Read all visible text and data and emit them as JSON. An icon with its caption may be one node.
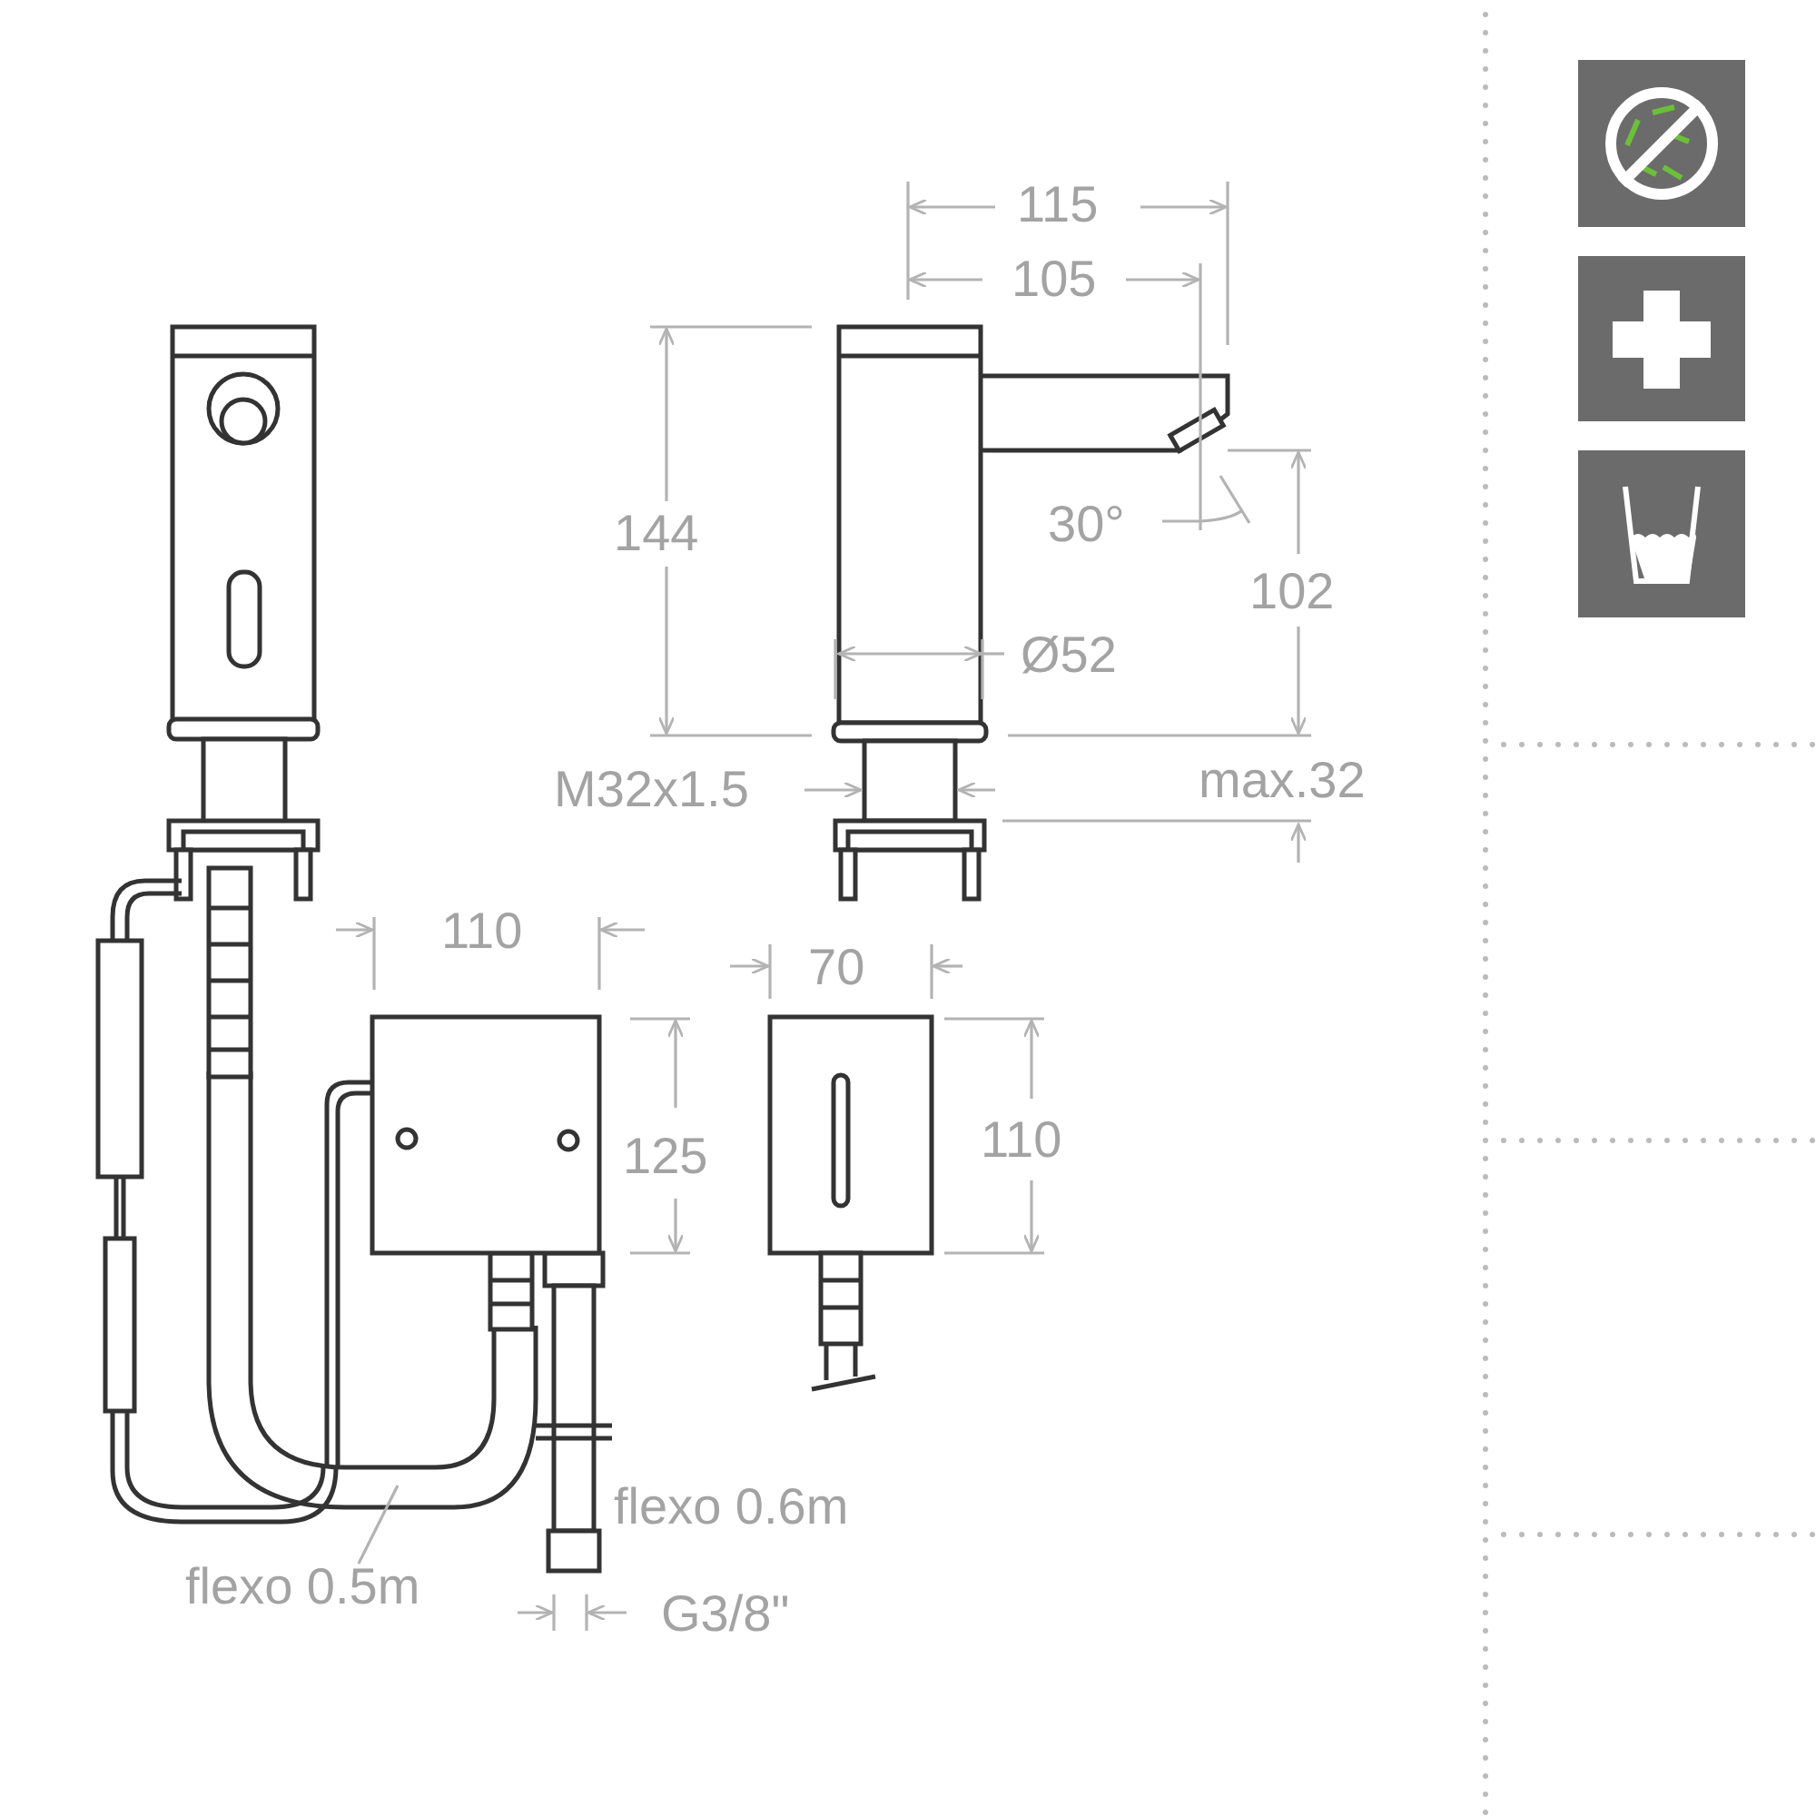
{
  "diagram": {
    "nodes": [
      {
        "text": [
          "flexo 0.5m"
        ]
      },
      {
        "text": [],
        "shape": "picture"
      }
    ],
    "edges": [
      {
        "from": 0,
        "to": 1,
        "arrow": "none"
      }
    ],
    "labels": [
      "115",
      "105",
      "144",
      "30°",
      "102",
      "Ø52",
      "M32x1.5",
      "max.32",
      "110",
      "70",
      "125",
      "110",
      "flexo 0.6m",
      "G3/8\""
    ]
  }
}
